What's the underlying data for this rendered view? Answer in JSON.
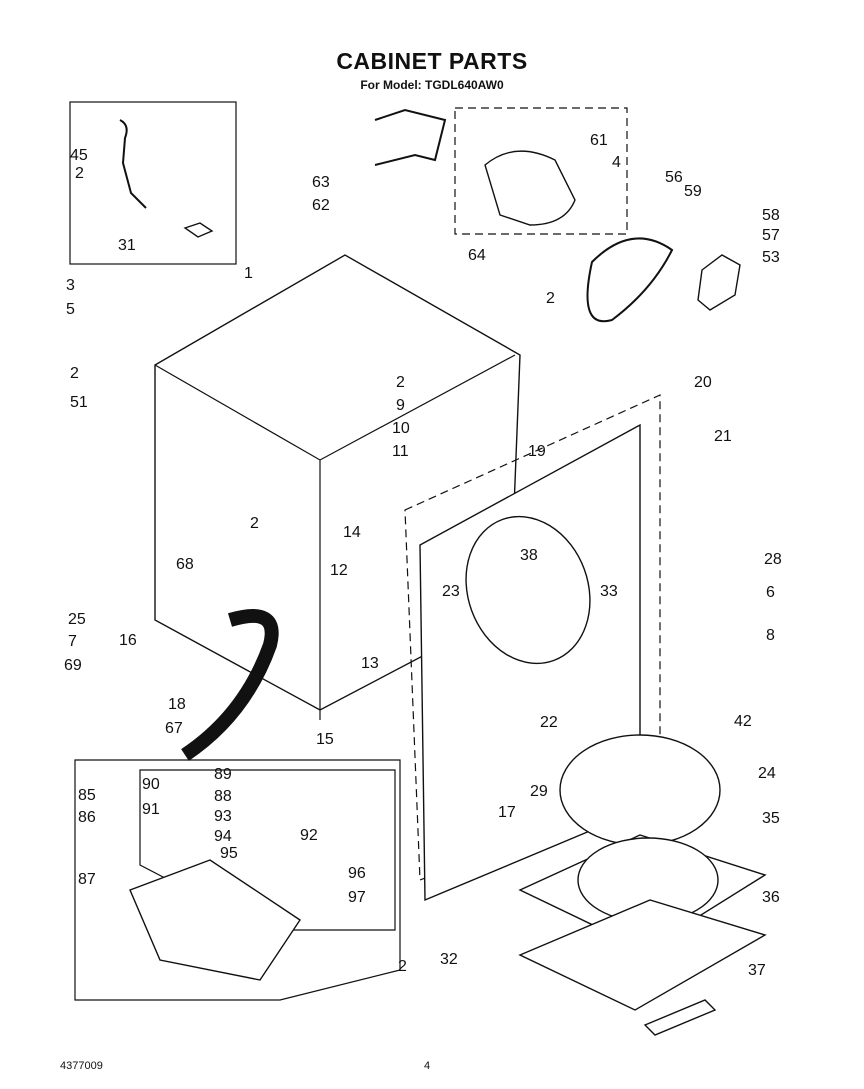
{
  "header": {
    "title": "CABINET PARTS",
    "subtitle": "For Model: TGDL640AW0"
  },
  "footer": {
    "doc_number": "4377009",
    "page_number": "4"
  },
  "callouts": [
    "45",
    "2",
    "31",
    "63",
    "62",
    "61",
    "4",
    "56",
    "59",
    "58",
    "57",
    "53",
    "64",
    "2",
    "3",
    "1",
    "5",
    "2",
    "51",
    "2",
    "9",
    "10",
    "11",
    "20",
    "19",
    "21",
    "2",
    "68",
    "14",
    "12",
    "38",
    "23",
    "33",
    "28",
    "6",
    "8",
    "25",
    "7",
    "16",
    "13",
    "69",
    "18",
    "15",
    "22",
    "42",
    "67",
    "24",
    "90",
    "89",
    "85",
    "88",
    "91",
    "93",
    "92",
    "86",
    "94",
    "95",
    "96",
    "17",
    "29",
    "35",
    "87",
    "97",
    "36",
    "32",
    "2",
    "37"
  ]
}
